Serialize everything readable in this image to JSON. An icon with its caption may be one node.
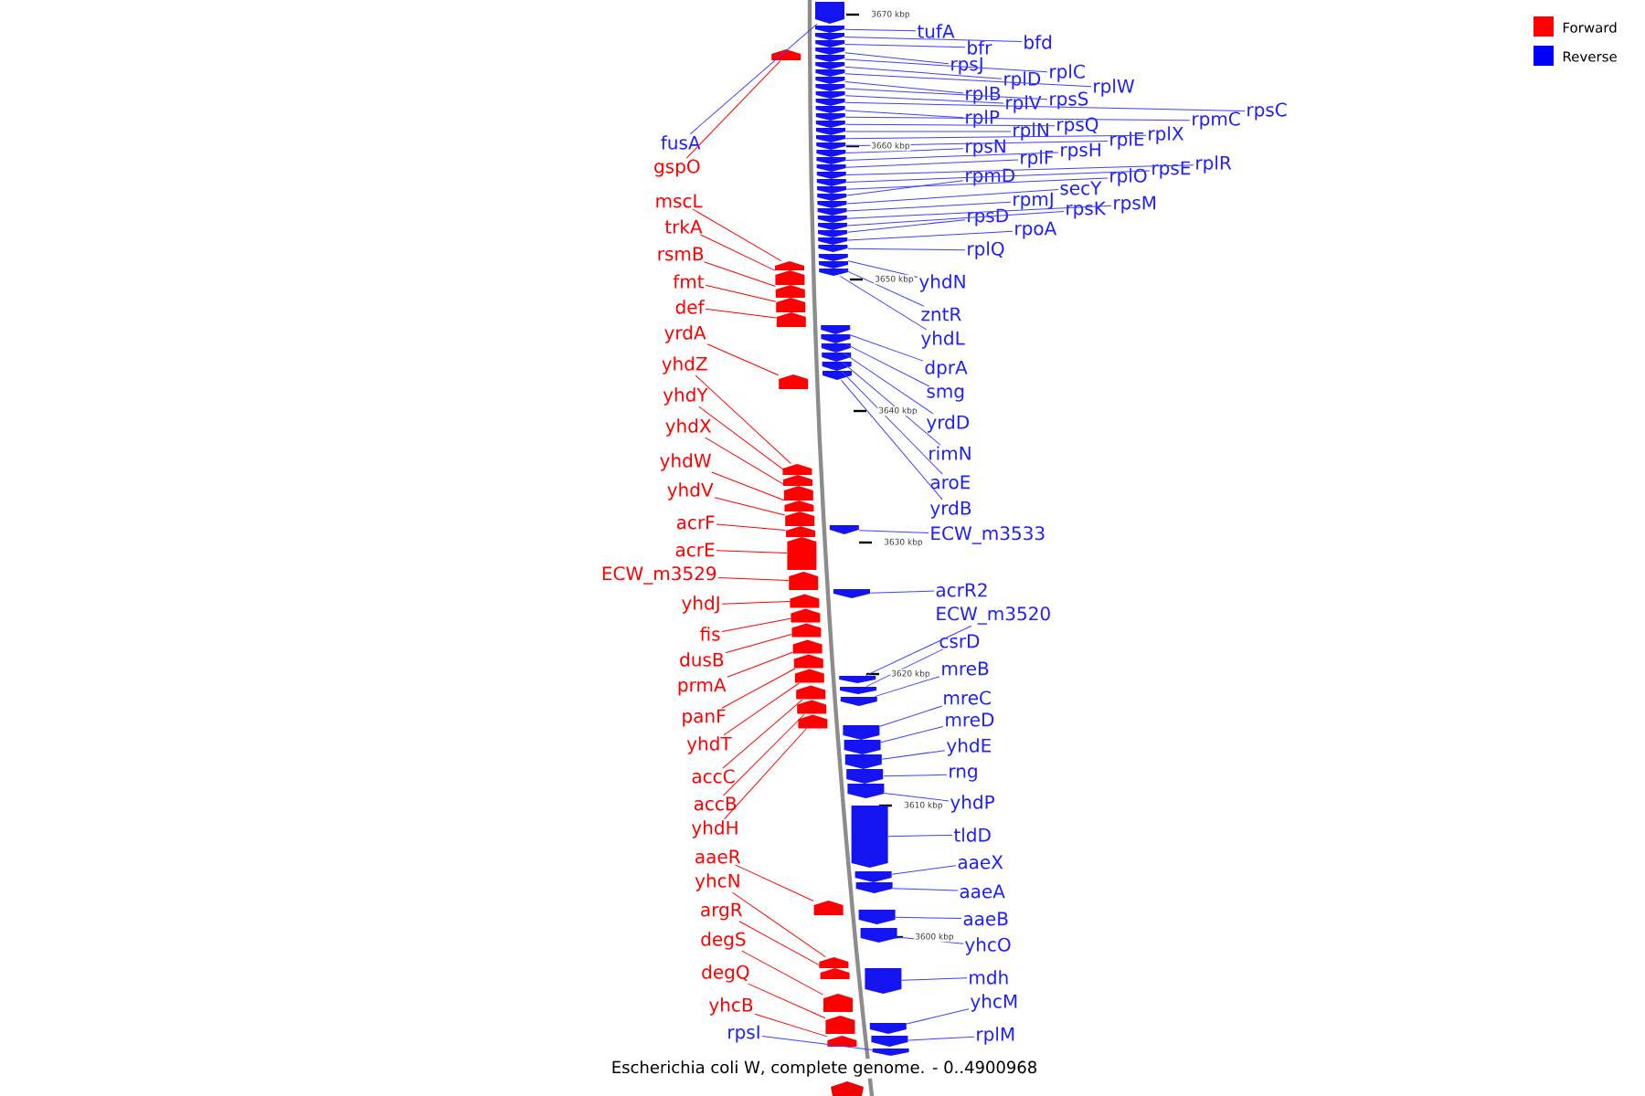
{
  "diagram": {
    "caption": "Escherichia coli W, complete genome. - 0..4900968",
    "nodes": [
      {
        "text": [
          "fusA"
        ]
      },
      {
        "text": [
          "gspO"
        ]
      },
      {
        "text": [
          "mscL"
        ]
      },
      {
        "text": [
          "trkA"
        ]
      },
      {
        "text": [
          "rsmB"
        ]
      },
      {
        "text": [
          "fmt"
        ]
      },
      {
        "text": [
          "def"
        ]
      },
      {
        "text": [
          "yrdA"
        ]
      },
      {
        "text": [
          "yhdZ"
        ]
      },
      {
        "text": [
          "yhdY"
        ]
      },
      {
        "text": [
          "yhdX"
        ]
      },
      {
        "text": [
          "yhdW"
        ]
      },
      {
        "text": [
          "yhdV"
        ]
      },
      {
        "text": [
          "acrF"
        ]
      },
      {
        "text": [
          "acrE"
        ]
      },
      {
        "text": [
          "ECW_m3529"
        ]
      },
      {
        "text": [
          "yhdJ"
        ]
      },
      {
        "text": [
          "fis"
        ]
      },
      {
        "text": [
          "dusB"
        ]
      },
      {
        "text": [
          "prmA"
        ]
      },
      {
        "text": [
          "panF"
        ]
      },
      {
        "text": [
          "yhdT"
        ]
      },
      {
        "text": [
          "accC"
        ]
      },
      {
        "text": [
          "accB"
        ]
      },
      {
        "text": [
          "yhdH"
        ]
      },
      {
        "text": [
          "aaeR"
        ]
      },
      {
        "text": [
          "yhcN"
        ]
      },
      {
        "text": [
          "argR"
        ]
      },
      {
        "text": [
          "degS"
        ]
      },
      {
        "text": [
          "degQ"
        ]
      },
      {
        "text": [
          "yhcB"
        ]
      },
      {
        "text": [
          "rpsI"
        ]
      },
      {
        "text": [
          "tufA"
        ]
      },
      {
        "text": [
          "bfr"
        ]
      },
      {
        "text": [
          "bfd"
        ]
      },
      {
        "text": [
          "rpsJ"
        ]
      },
      {
        "text": [
          "rplD"
        ]
      },
      {
        "text": [
          "rplC"
        ]
      },
      {
        "text": [
          "rplW"
        ]
      },
      {
        "text": [
          "rplB"
        ]
      },
      {
        "text": [
          "rplV"
        ]
      },
      {
        "text": [
          "rpsS"
        ]
      },
      {
        "text": [
          "rplP"
        ]
      },
      {
        "text": [
          "rpsQ"
        ]
      },
      {
        "text": [
          "rpmC"
        ]
      },
      {
        "text": [
          "rpsC"
        ]
      },
      {
        "text": [
          "rplN"
        ]
      },
      {
        "text": [
          "rplE"
        ]
      },
      {
        "text": [
          "rplX"
        ]
      },
      {
        "text": [
          "rpsN"
        ]
      },
      {
        "text": [
          "rplF"
        ]
      },
      {
        "text": [
          "rpsH"
        ]
      },
      {
        "text": [
          "rplO"
        ]
      },
      {
        "text": [
          "rpsE"
        ]
      },
      {
        "text": [
          "rplR"
        ]
      },
      {
        "text": [
          "rpmD"
        ]
      },
      {
        "text": [
          "secY"
        ]
      },
      {
        "text": [
          "rpmJ"
        ]
      },
      {
        "text": [
          "rpsK"
        ]
      },
      {
        "text": [
          "rpsM"
        ]
      },
      {
        "text": [
          "rpsD"
        ]
      },
      {
        "text": [
          "rpoA"
        ]
      },
      {
        "text": [
          "rplQ"
        ]
      },
      {
        "text": [
          "yhdN"
        ]
      },
      {
        "text": [
          "zntR"
        ]
      },
      {
        "text": [
          "yhdL"
        ]
      },
      {
        "text": [
          "dprA"
        ]
      },
      {
        "text": [
          "smg"
        ]
      },
      {
        "text": [
          "yrdD"
        ]
      },
      {
        "text": [
          "rimN"
        ]
      },
      {
        "text": [
          "aroE"
        ]
      },
      {
        "text": [
          "yrdB"
        ]
      },
      {
        "text": [
          "ECW_m3533"
        ]
      },
      {
        "text": [
          "acrR2"
        ]
      },
      {
        "text": [
          "ECW_m3520"
        ]
      },
      {
        "text": [
          "csrD"
        ]
      },
      {
        "text": [
          "mreB"
        ]
      },
      {
        "text": [
          "mreC"
        ]
      },
      {
        "text": [
          "mreD"
        ]
      },
      {
        "text": [
          "yhdE"
        ]
      },
      {
        "text": [
          "rng"
        ]
      },
      {
        "text": [
          "yhdP"
        ]
      },
      {
        "text": [
          "tldD"
        ]
      },
      {
        "text": [
          "aaeX"
        ]
      },
      {
        "text": [
          "aaeA"
        ]
      },
      {
        "text": [
          "aaeB"
        ]
      },
      {
        "text": [
          "yhcO"
        ]
      },
      {
        "text": [
          "mdh"
        ]
      },
      {
        "text": [
          "yhcM"
        ]
      },
      {
        "text": [
          "rplM"
        ]
      },
      {
        "text": [],
        "shape": "pentagon"
      },
      {
        "text": [],
        "shape": "pentagon"
      },
      {
        "text": [],
        "shape": "pentagon"
      },
      {
        "text": [],
        "shape": "pentagon"
      },
      {
        "text": [],
        "shape": "pentagon"
      },
      {
        "text": [],
        "shape": "pentagon"
      },
      {
        "text": [],
        "shape": "pentagon"
      },
      {
        "text": [],
        "shape": "pentagon"
      },
      {
        "text": [],
        "shape": "pentagon"
      },
      {
        "text": [],
        "shape": "pentagon"
      },
      {
        "text": [],
        "shape": "pentagon"
      },
      {
        "text": [],
        "shape": "pentagon"
      },
      {
        "text": [],
        "shape": "pentagon"
      },
      {
        "text": [],
        "shape": "pentagon"
      },
      {
        "text": [],
        "shape": "pentagon"
      },
      {
        "text": [],
        "shape": "pentagon"
      },
      {
        "text": [],
        "shape": "pentagon"
      },
      {
        "text": [],
        "shape": "pentagon"
      },
      {
        "text": [],
        "shape": "pentagon"
      },
      {
        "text": [],
        "shape": "pentagon"
      },
      {
        "text": [],
        "shape": "pentagon"
      },
      {
        "text": [],
        "shape": "pentagon"
      },
      {
        "text": [],
        "shape": "pentagon"
      },
      {
        "text": [],
        "shape": "pentagon"
      },
      {
        "text": [],
        "shape": "pentagon"
      },
      {
        "text": [],
        "shape": "pentagon"
      },
      {
        "text": [],
        "shape": "pentagon"
      },
      {
        "text": [],
        "shape": "pentagon"
      },
      {
        "text": [],
        "shape": "pentagon"
      },
      {
        "text": [],
        "shape": "pentagon"
      },
      {
        "text": [],
        "shape": "pentagon"
      },
      {
        "text": [],
        "shape": "pentagon"
      },
      {
        "text": [],
        "shape": "pentagon"
      },
      {
        "text": [],
        "shape": "pentagon"
      },
      {
        "text": [],
        "shape": "pentagon"
      },
      {
        "text": [],
        "shape": "pentagon"
      },
      {
        "text": [],
        "shape": "pentagon"
      },
      {
        "text": [],
        "shape": "pentagon"
      },
      {
        "text": [],
        "shape": "pentagon"
      },
      {
        "text": [],
        "shape": "pentagon"
      },
      {
        "text": [],
        "shape": "pentagon"
      },
      {
        "text": [],
        "shape": "pentagon"
      },
      {
        "text": [],
        "shape": "pentagon"
      },
      {
        "text": [],
        "shape": "pentagon"
      },
      {
        "text": [],
        "shape": "pentagon"
      },
      {
        "text": [],
        "shape": "pentagon"
      },
      {
        "text": [],
        "shape": "pentagon"
      },
      {
        "text": [],
        "shape": "pentagon"
      },
      {
        "text": [],
        "shape": "pentagon"
      },
      {
        "text": [],
        "shape": "pentagon"
      },
      {
        "text": [],
        "shape": "pentagon"
      },
      {
        "text": [],
        "shape": "pentagon"
      },
      {
        "text": [],
        "shape": "pentagon"
      },
      {
        "text": [],
        "shape": "pentagon"
      },
      {
        "text": [],
        "shape": "pentagon"
      },
      {
        "text": [],
        "shape": "pentagon"
      },
      {
        "text": [],
        "shape": "pentagon"
      },
      {
        "text": [],
        "shape": "pentagon"
      },
      {
        "text": [],
        "shape": "pentagon"
      },
      {
        "text": [],
        "shape": "pentagon"
      },
      {
        "text": [],
        "shape": "pentagon"
      },
      {
        "text": [],
        "shape": "pentagon"
      },
      {
        "text": [],
        "shape": "pentagon"
      },
      {
        "text": [],
        "shape": "pentagon"
      },
      {
        "text": [],
        "shape": "pentagon"
      },
      {
        "text": [],
        "shape": "pentagon"
      },
      {
        "text": [],
        "shape": "pentagon"
      },
      {
        "text": [],
        "shape": "pentagon"
      },
      {
        "text": [],
        "shape": "pentagon"
      },
      {
        "text": [],
        "shape": "pentagon"
      },
      {
        "text": [],
        "shape": "pentagon"
      },
      {
        "text": [],
        "shape": "pentagon"
      },
      {
        "text": [],
        "shape": "pentagon"
      },
      {
        "text": [],
        "shape": "pentagon"
      },
      {
        "text": [],
        "shape": "pentagon"
      },
      {
        "text": [],
        "shape": "pentagon"
      },
      {
        "text": [],
        "shape": "pentagon"
      },
      {
        "text": [],
        "shape": "pentagon"
      },
      {
        "text": [],
        "shape": "pentagon"
      },
      {
        "text": [],
        "shape": "pentagon"
      },
      {
        "text": [],
        "shape": "pentagon"
      },
      {
        "text": [],
        "shape": "pentagon"
      },
      {
        "text": [],
        "shape": "pentagon"
      },
      {
        "text": [],
        "shape": "pentagon"
      },
      {
        "text": [],
        "shape": "pentagon"
      },
      {
        "text": [],
        "shape": "pentagon"
      },
      {
        "text": [],
        "shape": "pentagon"
      },
      {
        "text": [],
        "shape": "pentagon"
      },
      {
        "text": [],
        "shape": "pentagon"
      },
      {
        "text": [],
        "shape": "pentagon"
      }
    ],
    "edges": [
      {
        "from": 0,
        "to": 90,
        "arrow": "none"
      },
      {
        "from": 1,
        "to": 91,
        "arrow": "none",
        "color": "#ff0000"
      },
      {
        "from": 2,
        "to": 92,
        "arrow": "none",
        "color": "#ff0000"
      },
      {
        "from": 3,
        "to": 93,
        "arrow": "none",
        "color": "#ff0000"
      },
      {
        "from": 4,
        "to": 94,
        "arrow": "none",
        "color": "#ff0000"
      },
      {
        "from": 5,
        "to": 95,
        "arrow": "none",
        "color": "#ff0000"
      },
      {
        "from": 6,
        "to": 96,
        "arrow": "none",
        "color": "#ff0000"
      },
      {
        "from": 7,
        "to": 97,
        "arrow": "none",
        "color": "#ff0000"
      },
      {
        "from": 8,
        "to": 98,
        "arrow": "none",
        "color": "#ff0000"
      },
      {
        "from": 9,
        "to": 99,
        "arrow": "none",
        "color": "#ff0000"
      },
      {
        "from": 10,
        "to": 100,
        "arrow": "none",
        "color": "#ff0000"
      },
      {
        "from": 11,
        "to": 101,
        "arrow": "none",
        "color": "#ff0000"
      },
      {
        "from": 12,
        "to": 102,
        "arrow": "none",
        "color": "#ff0000"
      },
      {
        "from": 13,
        "to": 103,
        "arrow": "none",
        "color": "#ff0000"
      },
      {
        "from": 14,
        "to": 104,
        "arrow": "none",
        "color": "#ff0000"
      },
      {
        "from": 15,
        "to": 105,
        "arrow": "none",
        "color": "#ff0000"
      },
      {
        "from": 16,
        "to": 106,
        "arrow": "none",
        "color": "#ff0000"
      },
      {
        "from": 17,
        "to": 107,
        "arrow": "none",
        "color": "#ff0000"
      },
      {
        "from": 18,
        "to": 108,
        "arrow": "none",
        "color": "#ff0000"
      },
      {
        "from": 19,
        "to": 109,
        "arrow": "none",
        "color": "#ff0000"
      },
      {
        "from": 20,
        "to": 110,
        "arrow": "none",
        "color": "#ff0000"
      },
      {
        "from": 21,
        "to": 111,
        "arrow": "none",
        "color": "#ff0000"
      },
      {
        "from": 22,
        "to": 112,
        "arrow": "none",
        "color": "#ff0000"
      },
      {
        "from": 23,
        "to": 113,
        "arrow": "none",
        "color": "#ff0000"
      },
      {
        "from": 24,
        "to": 114,
        "arrow": "none",
        "color": "#ff0000"
      },
      {
        "from": 25,
        "to": 115,
        "arrow": "none",
        "color": "#ff0000"
      },
      {
        "from": 26,
        "to": 116,
        "arrow": "none",
        "color": "#ff0000"
      },
      {
        "from": 27,
        "to": 117,
        "arrow": "none",
        "color": "#ff0000"
      },
      {
        "from": 28,
        "to": 118,
        "arrow": "none",
        "color": "#ff0000"
      },
      {
        "from": 29,
        "to": 119,
        "arrow": "none",
        "color": "#ff0000"
      },
      {
        "from": 30,
        "to": 120,
        "arrow": "none",
        "color": "#ff0000"
      },
      {
        "from": 31,
        "to": 121,
        "arrow": "none"
      },
      {
        "from": 32,
        "to": 122,
        "arrow": "none"
      },
      {
        "from": 33,
        "to": 123,
        "arrow": "none"
      },
      {
        "from": 34,
        "to": 124,
        "arrow": "none"
      },
      {
        "from": 35,
        "to": 125,
        "arrow": "none"
      },
      {
        "from": 36,
        "to": 126,
        "arrow": "none"
      },
      {
        "from": 37,
        "to": 127,
        "arrow": "none"
      },
      {
        "from": 38,
        "to": 128,
        "arrow": "none"
      },
      {
        "from": 39,
        "to": 129,
        "arrow": "none"
      },
      {
        "from": 40,
        "to": 130,
        "arrow": "none"
      },
      {
        "from": 41,
        "to": 131,
        "arrow": "none"
      },
      {
        "from": 42,
        "to": 132,
        "arrow": "none"
      },
      {
        "from": 43,
        "to": 133,
        "arrow": "none"
      },
      {
        "from": 44,
        "to": 134,
        "arrow": "none"
      },
      {
        "from": 45,
        "to": 135,
        "arrow": "none"
      },
      {
        "from": 46,
        "to": 136,
        "arrow": "none"
      },
      {
        "from": 47,
        "to": 137,
        "arrow": "none"
      },
      {
        "from": 48,
        "to": 138,
        "arrow": "none"
      },
      {
        "from": 49,
        "to": 139,
        "arrow": "none"
      },
      {
        "from": 50,
        "to": 140,
        "arrow": "none"
      },
      {
        "from": 51,
        "to": 141,
        "arrow": "none"
      },
      {
        "from": 52,
        "to": 142,
        "arrow": "none"
      },
      {
        "from": 53,
        "to": 143,
        "arrow": "none"
      },
      {
        "from": 54,
        "to": 144,
        "arrow": "none"
      },
      {
        "from": 55,
        "to": 145,
        "arrow": "none"
      },
      {
        "from": 56,
        "to": 146,
        "arrow": "none"
      },
      {
        "from": 57,
        "to": 147,
        "arrow": "none"
      },
      {
        "from": 58,
        "to": 148,
        "arrow": "none"
      },
      {
        "from": 59,
        "to": 149,
        "arrow": "none"
      },
      {
        "from": 60,
        "to": 150,
        "arrow": "none"
      },
      {
        "from": 61,
        "to": 151,
        "arrow": "none"
      },
      {
        "from": 62,
        "to": 152,
        "arrow": "none"
      },
      {
        "from": 63,
        "to": 153,
        "arrow": "none"
      },
      {
        "from": 64,
        "to": 154,
        "arrow": "none"
      },
      {
        "from": 65,
        "to": 155,
        "arrow": "none"
      },
      {
        "from": 66,
        "to": 156,
        "arrow": "none"
      },
      {
        "from": 67,
        "to": 157,
        "arrow": "none"
      },
      {
        "from": 68,
        "to": 158,
        "arrow": "none"
      },
      {
        "from": 69,
        "to": 159,
        "arrow": "none"
      },
      {
        "from": 70,
        "to": 160,
        "arrow": "none"
      },
      {
        "from": 71,
        "to": 161,
        "arrow": "none"
      },
      {
        "from": 72,
        "to": 162,
        "arrow": "none"
      },
      {
        "from": 73,
        "to": 163,
        "arrow": "none"
      },
      {
        "from": 74,
        "to": 164,
        "arrow": "none"
      },
      {
        "from": 75,
        "to": 165,
        "arrow": "none"
      },
      {
        "from": 76,
        "to": 166,
        "arrow": "none"
      },
      {
        "from": 77,
        "to": 167,
        "arrow": "none"
      },
      {
        "from": 78,
        "to": 168,
        "arrow": "none"
      },
      {
        "from": 79,
        "to": 169,
        "arrow": "none"
      },
      {
        "from": 80,
        "to": 170,
        "arrow": "none"
      },
      {
        "from": 81,
        "to": 171,
        "arrow": "none"
      },
      {
        "from": 82,
        "to": 172,
        "arrow": "none"
      },
      {
        "from": 83,
        "to": 173,
        "arrow": "none"
      },
      {
        "from": 84,
        "to": 174,
        "arrow": "none"
      },
      {
        "from": 85,
        "to": 175,
        "arrow": "none"
      },
      {
        "from": 86,
        "to": 176,
        "arrow": "none"
      },
      {
        "from": 87,
        "to": 177,
        "arrow": "none"
      },
      {
        "from": 88,
        "to": 178,
        "arrow": "none"
      },
      {
        "from": 89,
        "to": 179,
        "arrow": "none"
      }
    ],
    "labels": [
      "3670 kbp",
      "3660 kbp",
      "3650 kbp",
      "3640 kbp",
      "3630 kbp",
      "3620 kbp",
      "3610 kbp",
      "3600 kbp"
    ],
    "legend": [
      {
        "text": "Forward",
        "color": "#ff0000"
      },
      {
        "text": "Reverse",
        "color": "#0000ff"
      }
    ]
  }
}
